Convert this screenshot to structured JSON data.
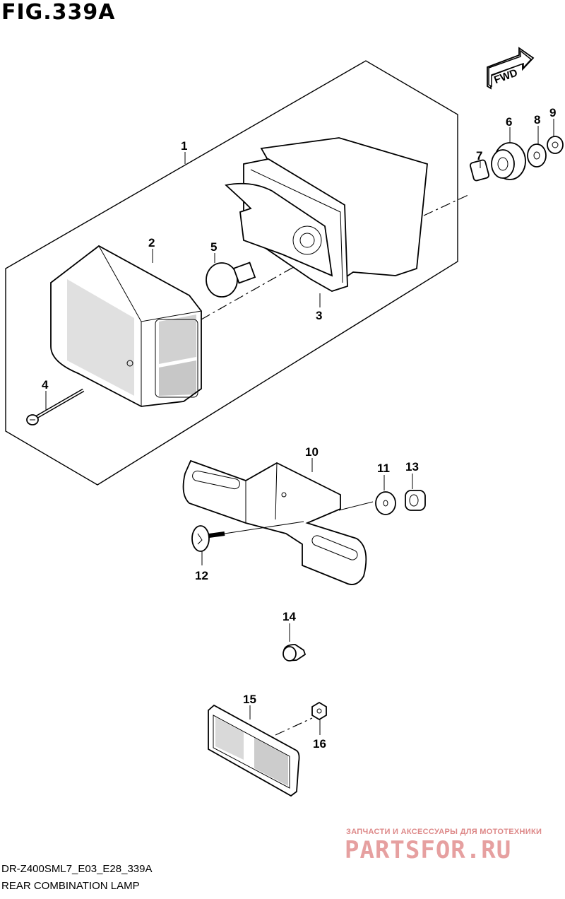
{
  "figure": {
    "title": "FIG.339A",
    "code": "DR-Z400SML7_E03_E28_339A",
    "description": "REAR COMBINATION LAMP",
    "fwd_label": "FWD"
  },
  "callouts": [
    "1",
    "2",
    "3",
    "4",
    "5",
    "6",
    "7",
    "8",
    "9",
    "10",
    "11",
    "12",
    "13",
    "14",
    "15",
    "16"
  ],
  "watermark": {
    "line": "ЗАПЧАСТИ И АКСЕССУАРЫ ДЛЯ МОТОТЕХНИКИ",
    "logo": "PARTSFOR.RU"
  },
  "colors": {
    "line": "#000000",
    "watermark": "#e6a0a0"
  }
}
